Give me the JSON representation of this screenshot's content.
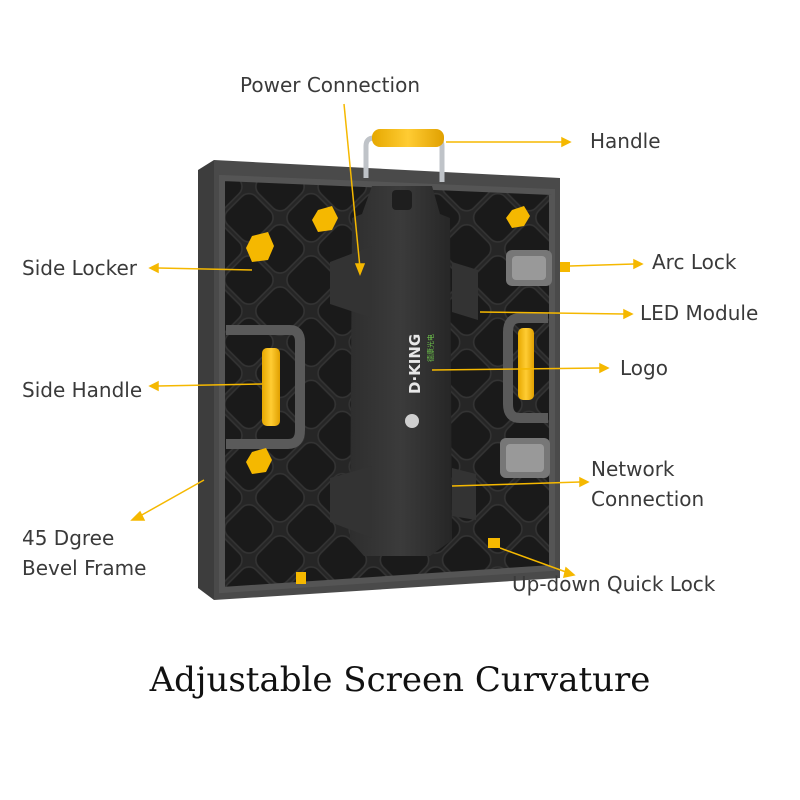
{
  "labels": {
    "power_connection": "Power Connection",
    "handle": "Handle",
    "side_locker": "Side Locker",
    "arc_lock": "Arc Lock",
    "led_module": "LED Module",
    "logo": "Logo",
    "side_handle": "Side Handle",
    "network_connection": "Network\nConnection",
    "bevel_frame": "45 Dgree\nBevel Frame",
    "quick_lock": "Up-down Quick Lock"
  },
  "panel": {
    "brand": "D·KING",
    "brand_sub": "德康光电"
  },
  "caption": "Adjustable Screen Curvature",
  "colors": {
    "accent": "#f5b800",
    "panel_dark": "#2b2b2b",
    "housing": "#3a3a3a",
    "frame": "#4a4a4a"
  }
}
